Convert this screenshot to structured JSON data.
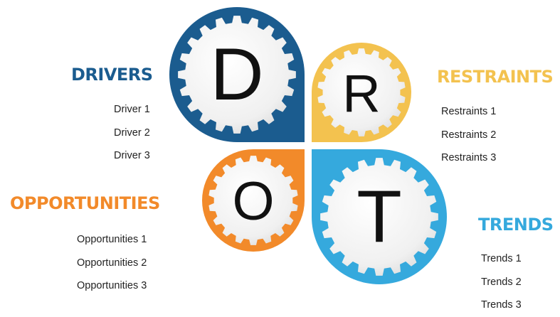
{
  "colors": {
    "drivers": "#1b5c8f",
    "restraints": "#f3c24f",
    "opportunities": "#f28a2a",
    "trends": "#35a9dd",
    "gear": "#f2f2f2",
    "letter": "#111111"
  },
  "quadrants": {
    "drivers": {
      "letter": "D",
      "title": "DRIVERS",
      "items": [
        "Driver 1",
        "Driver 2",
        "Driver 3"
      ]
    },
    "restraints": {
      "letter": "R",
      "title": "RESTRAINTS",
      "items": [
        "Restraints 1",
        "Restraints 2",
        "Restraints 3"
      ]
    },
    "opportunities": {
      "letter": "O",
      "title": "OPPORTUNITIES",
      "items": [
        "Opportunities 1",
        "Opportunities 2",
        "Opportunities 3"
      ]
    },
    "trends": {
      "letter": "T",
      "title": "TRENDS",
      "items": [
        "Trends 1",
        "Trends 2",
        "Trends 3"
      ]
    }
  }
}
